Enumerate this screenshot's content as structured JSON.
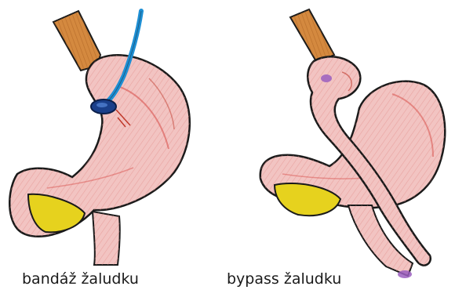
{
  "figures": [
    {
      "caption": "bandáž žaludku"
    },
    {
      "caption": "bypass žaludku"
    }
  ],
  "colors": {
    "background": "#ffffff",
    "stomach_fill": "#f2c4c2",
    "stomach_shade": "#d9534f",
    "outline": "#1a1a1a",
    "esophagus": "#d4893f",
    "band_tube": "#1e8fd4",
    "band": "#1a3f8a",
    "fat_pad": "#e6d21e",
    "marker": "#9b5fc0"
  },
  "icons": [
    "stomach-with-gastric-band-illustration",
    "stomach-with-gastric-bypass-illustration"
  ]
}
